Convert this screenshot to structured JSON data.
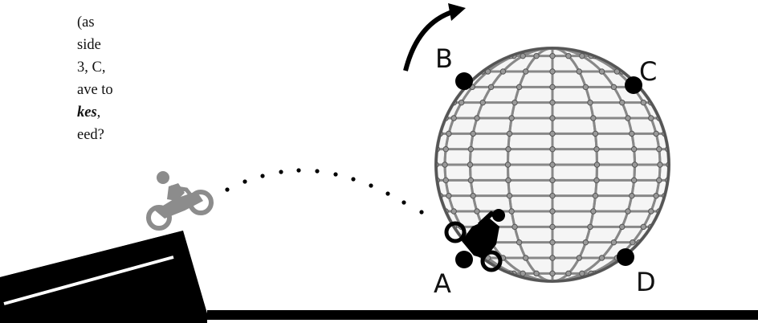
{
  "question": {
    "line1": "(as",
    "line2": "side",
    "line3": "3, C,",
    "line4": "ave to",
    "line5_bold": "kes",
    "line5_rest": ",",
    "line6": "eed?"
  },
  "points": {
    "a": "A",
    "b": "B",
    "c": "C",
    "d": "D"
  },
  "colors": {
    "ink": "#000000",
    "ghost_bike": "#8c8c8c",
    "cage": "#7a7a7a"
  },
  "icons": {
    "ghost": "motorcycle-icon",
    "rider": "motorcycle-rider-icon",
    "rotation": "rotation-arrow-icon"
  }
}
